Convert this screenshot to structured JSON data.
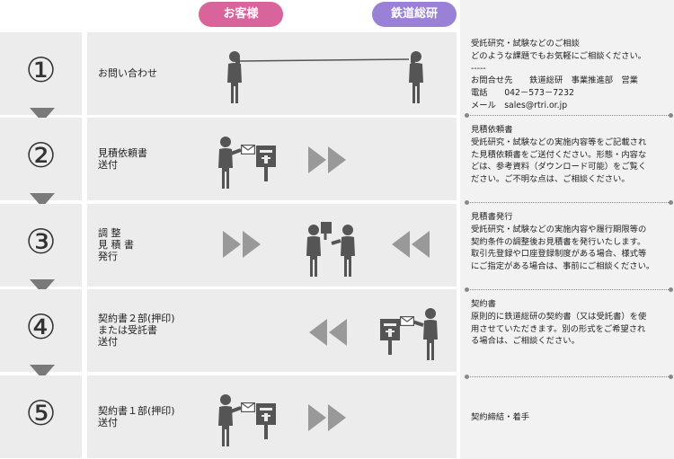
{
  "header": {
    "customer": "お客様",
    "rtri": "鉄道総研"
  },
  "steps": [
    {
      "number": "①",
      "label_lines": [
        "お問い合わせ"
      ]
    },
    {
      "number": "②",
      "label_lines": [
        "見積依頼書",
        "送付"
      ]
    },
    {
      "number": "③",
      "label_lines": [
        "調 整",
        "見 積 書",
        "発行"
      ]
    },
    {
      "number": "④",
      "label_lines": [
        "契約書２部(押印)",
        "または受託書",
        "送付"
      ]
    },
    {
      "number": "⑤",
      "label_lines": [
        "契約書１部(押印)",
        "送付"
      ]
    }
  ],
  "descriptions": [
    {
      "lines": [
        "受託研究・試験などのご相談",
        "どのような課題でもお気軽にご相談ください。",
        "-----",
        "お問合せ先　　鉄道総研　事業推進部　営業",
        "電話　　042－573－7232",
        "メール　sales@rtri.or.jp"
      ]
    },
    {
      "lines": [
        "見積依頼書",
        "受託研究・試験などの実施内容等をご記載され",
        "た見積依頼書をご送付ください。形態・内容な",
        "どは、参考資料（ダウンロード可能）をご覧く",
        "ださい。ご不明な点は、ご相談ください。"
      ]
    },
    {
      "lines": [
        "見積書発行",
        "受託研究・試験などの実施内容や履行期限等の",
        "契約条件の調整後お見積書を発行いたします。",
        "取引先登録や口座登録制度がある場合、様式等",
        "にご指定がある場合は、事前にご相談ください。"
      ]
    },
    {
      "lines": [
        "契約書",
        "原則的に鉄道総研の契約書（又は受託書）を使",
        "用させていただきます。別の形式をご希望され",
        "る場合は、ご相談ください。"
      ]
    },
    {
      "lines": [
        "契約締結・着手"
      ]
    }
  ]
}
